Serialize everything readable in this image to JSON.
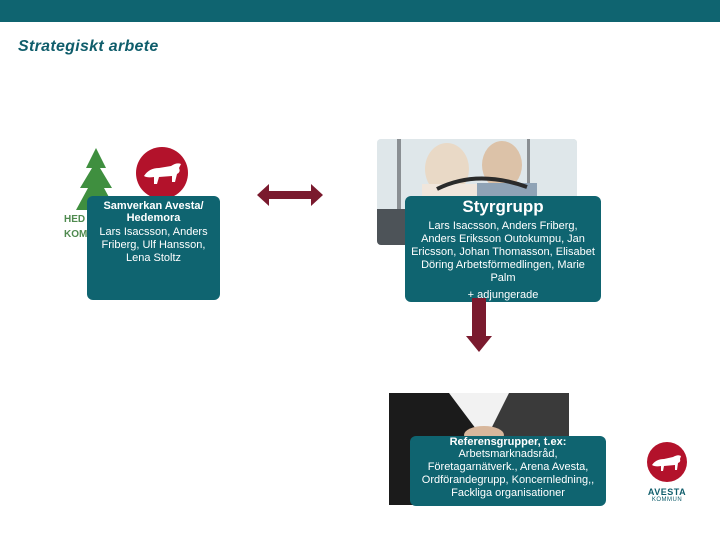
{
  "header": {
    "title": "Strategiskt arbete"
  },
  "left_box": {
    "heading": "Samverkan Avesta/ Hedemora",
    "members": "Lars Isacsson, Anders Friberg, Ulf Hansson, Lena Stoltz"
  },
  "left_logo": {
    "text_line1": "HED",
    "text_line2": "KOM"
  },
  "right_box": {
    "heading": "Styrgrupp",
    "members": "Lars Isacsson, Anders Friberg, Anders Eriksson Outokumpu, Jan Ericsson, Johan Thomasson, Elisabet Döring Arbetsförmedlingen, Marie Palm",
    "extra": "+ adjungerade"
  },
  "bottom_box": {
    "heading": "Referensgrupper, t.ex:",
    "members": "Arbetsmarknadsråd, Företagarnätverk., Arena Avesta, Ordförandegrupp, Koncernledning,, Fackliga organisationer"
  },
  "footer_logo": {
    "name": "AVESTA",
    "sub": "KOMMUN"
  },
  "colors": {
    "teal": "#0f6470",
    "arrow": "#7a1a2e",
    "accent_red": "#b3122b",
    "tree_green": "#3f8f3f"
  },
  "icons": [
    "spruce-tree-icon",
    "bull-badge-icon",
    "double-arrow-icon",
    "down-arrow-icon"
  ]
}
